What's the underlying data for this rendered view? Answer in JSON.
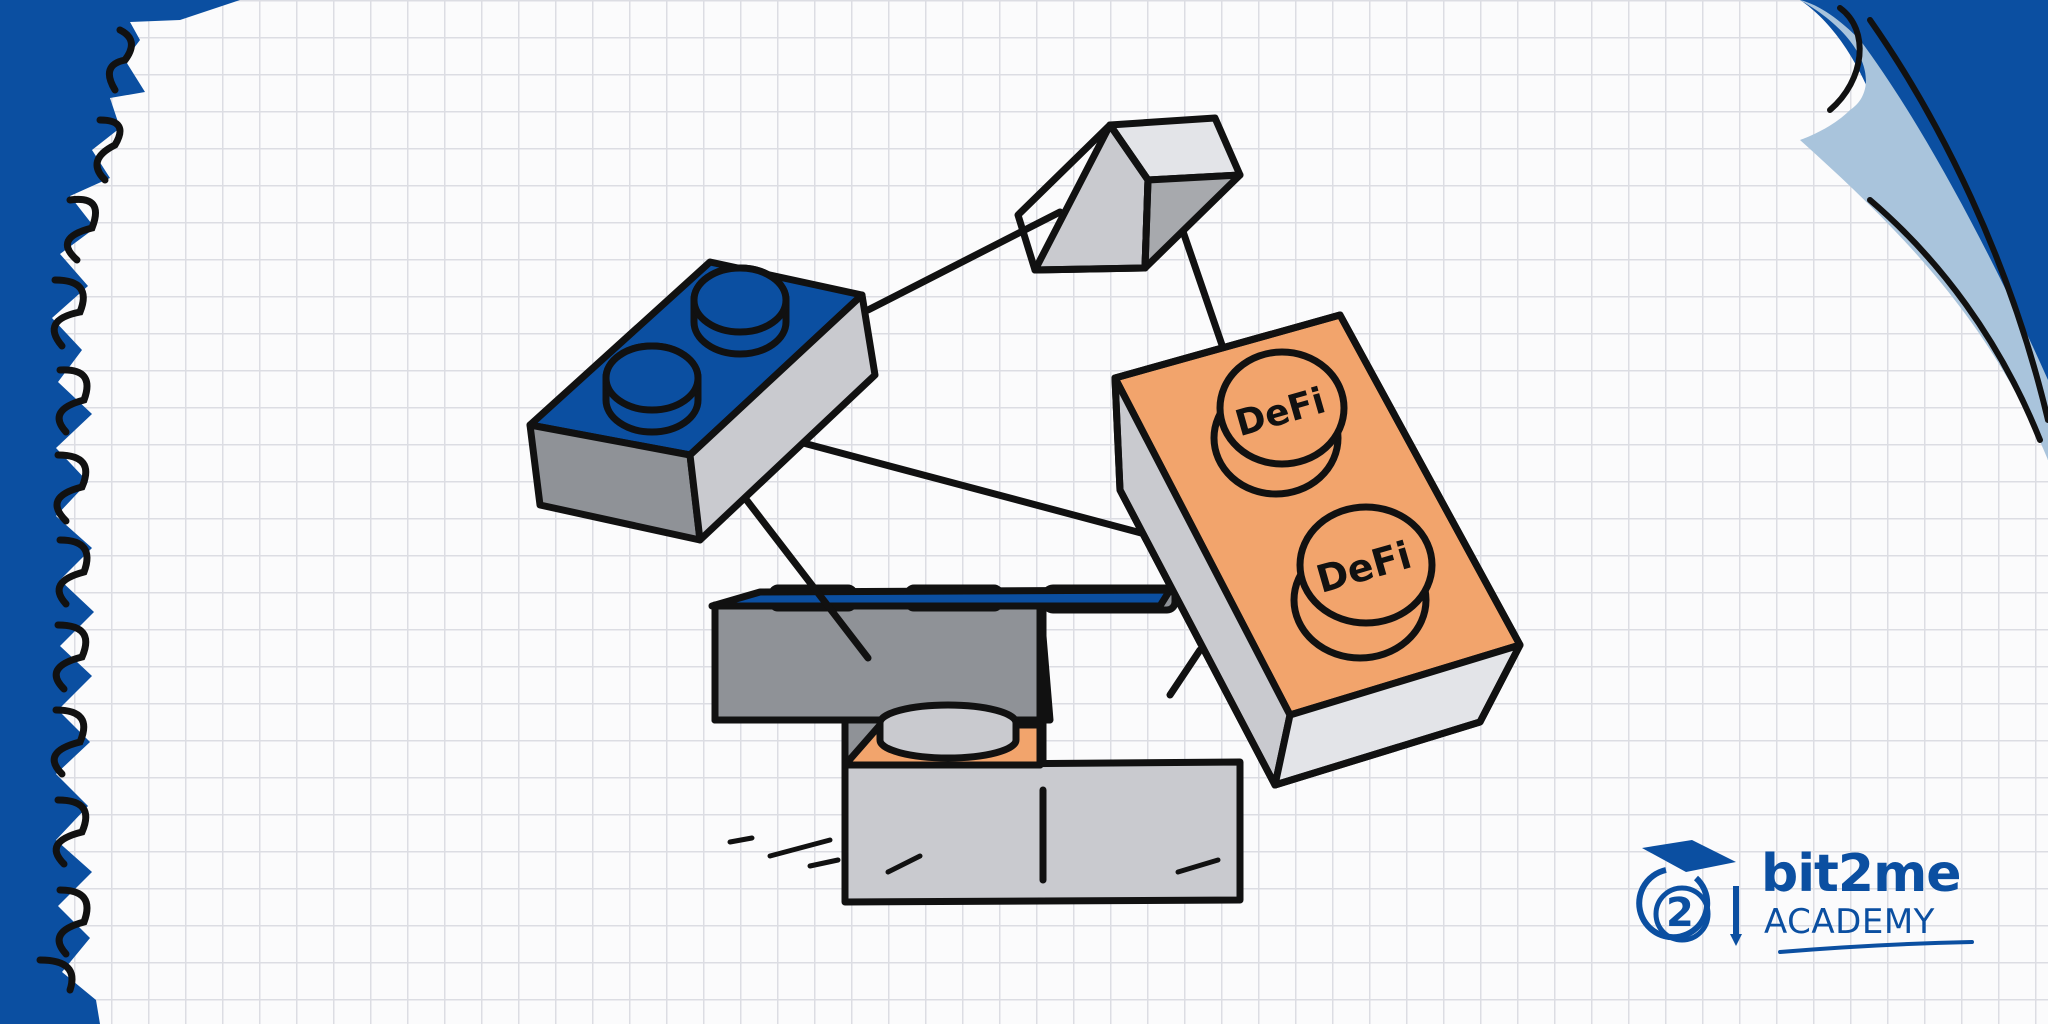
{
  "illustration": {
    "stud_label": "DeFi",
    "colors": {
      "blue": "#0b4fa1",
      "orange": "#f2a46c",
      "gray_side": "#8f9297",
      "light_gray": "#c9cacf",
      "light_blue": "#a9c4dc",
      "outline": "#111111"
    }
  },
  "logo": {
    "brand_name": "bit2me",
    "brand_sub": "ACADEMY",
    "mark_digit": "2"
  }
}
